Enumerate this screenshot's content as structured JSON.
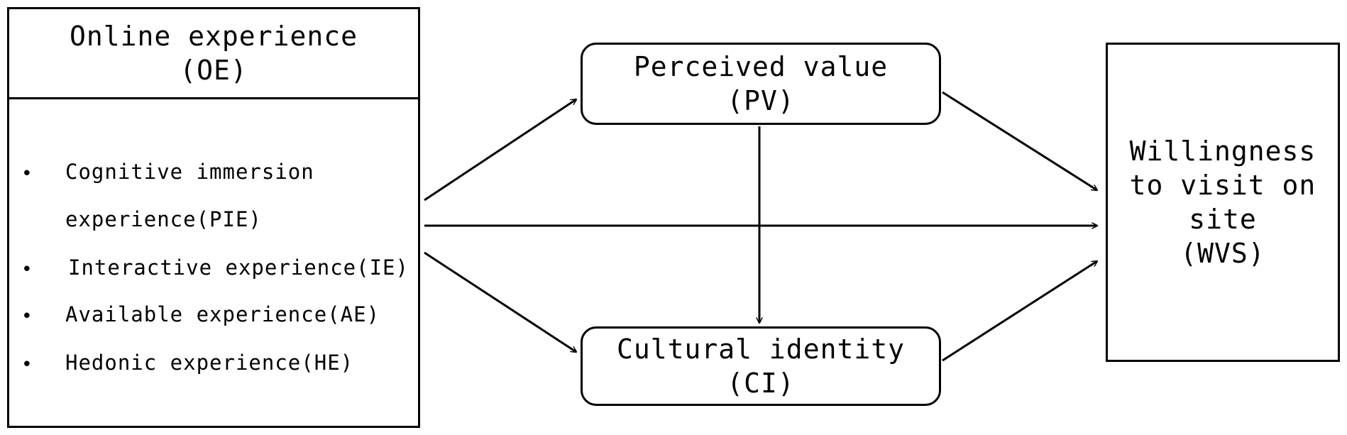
{
  "oe": {
    "title_line1": "Online experience",
    "title_line2": "(OE)",
    "items": [
      {
        "bullet": "•",
        "line1": "Cognitive immersion",
        "line2": "experience(PIE)"
      },
      {
        "bullet": "•",
        "line1": "Interactive experience(IE)"
      },
      {
        "bullet": "•",
        "line1": "Available experience(AE)"
      },
      {
        "bullet": "•",
        "line1": "Hedonic experience(HE)"
      }
    ]
  },
  "pv": {
    "line1": "Perceived value",
    "line2": "(PV)"
  },
  "ci": {
    "line1": "Cultural identity",
    "line2": "(CI)"
  },
  "wvs": {
    "line1": "Willingness",
    "line2": "to visit on",
    "line3": "site",
    "line4": "(WVS)"
  }
}
